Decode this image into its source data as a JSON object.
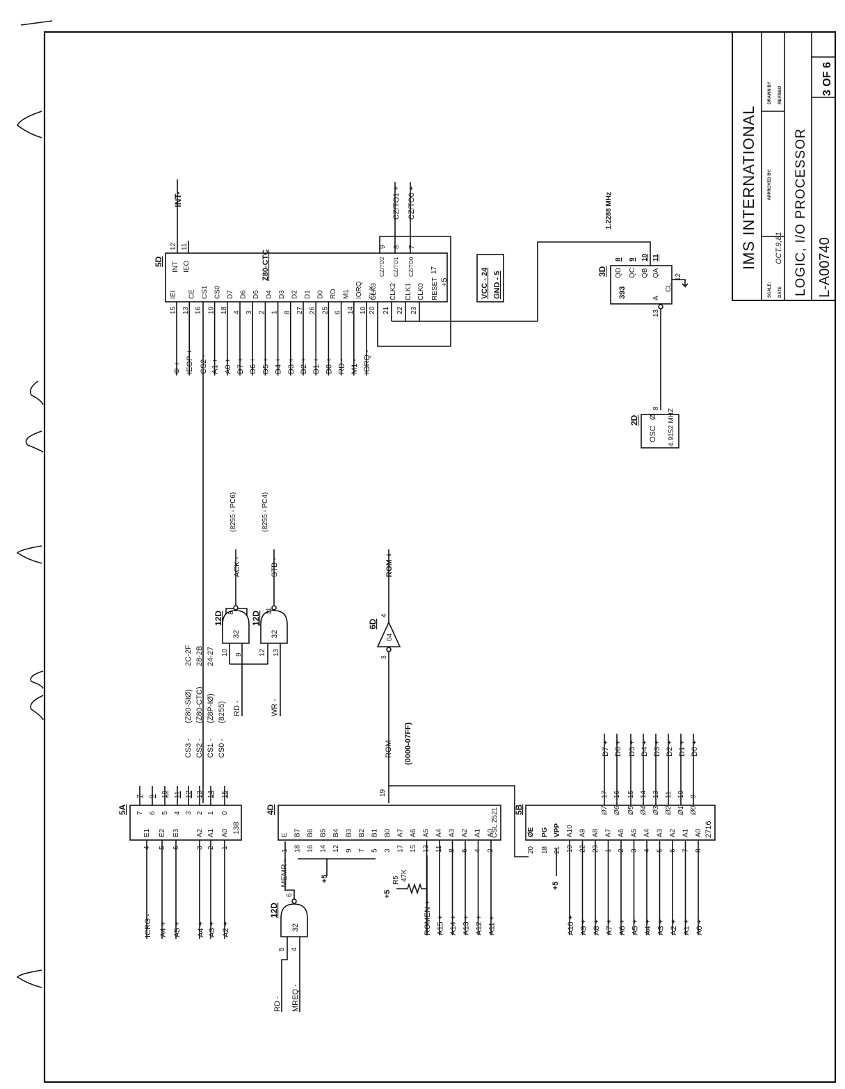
{
  "title_block": {
    "company": "IMS INTERNATIONAL",
    "title": "LOGIC, I/O PROCESSOR",
    "drawing_number": "L-A00740",
    "date": "OCT.9,81",
    "sheet": "3 OF 6",
    "field_labels": [
      "SCALE:",
      "DATE",
      "APPROVED BY:",
      "DRAWN BY",
      "REVISED"
    ]
  },
  "power_box": [
    "VCC - 24",
    "GND - 5"
  ],
  "ic_5D": {
    "ref": "5D",
    "part": "Z80-CTC",
    "left_labels": [
      "INT",
      "IEO",
      "IEI",
      "CE",
      "CS1",
      "CS0",
      "D7",
      "D6",
      "D5",
      "D4",
      "D3",
      "D2",
      "D1",
      "D0",
      "RD",
      "M1",
      "IORQ",
      "CLK"
    ],
    "right_labels": [
      "CLK3",
      "CLK2",
      "CLK1",
      "CLK0",
      "RESET",
      "CZ/TO2",
      "CZ/TO1",
      "CZ/TO0"
    ],
    "signals": [
      "Φ +",
      "IEOP +",
      "CS2 -",
      "A1 +",
      "A0 +",
      "D7 +",
      "D6 +",
      "D5 +",
      "D4 +",
      "D3 +",
      "D2 +",
      "D1 +",
      "D0 +",
      "RD -",
      "M1 -",
      "IORQ -"
    ],
    "pins": [
      "15",
      "13",
      "16",
      "19",
      "18",
      "4",
      "3",
      "2",
      "1",
      "8",
      "27",
      "26",
      "25",
      "6",
      "14",
      "10",
      "20"
    ],
    "int_label": "INT-",
    "int_pins": [
      "12",
      "11"
    ],
    "out_labels": [
      "CZ/TO1 +",
      "CZ/TO0 +"
    ],
    "out_pins": [
      "9",
      "8",
      "7"
    ],
    "clk_pins": [
      "21",
      "22",
      "23"
    ],
    "reset_pin": "17",
    "plus5": "+5"
  },
  "ic_3D": {
    "ref": "3D",
    "part": "393",
    "labels": [
      "QD",
      "QC",
      "QB",
      "QA",
      "A",
      "CL"
    ],
    "pins": [
      "8",
      "9",
      "10",
      "11",
      "13",
      "12"
    ],
    "freq": "1.2288 MHz"
  },
  "ic_2D": {
    "ref": "2D",
    "label": "OSC",
    "pin_label": "Ø",
    "pin": "8",
    "freq": "4.9152 MHZ"
  },
  "gates": {
    "g1": {
      "ref": "12D",
      "part": "32",
      "in1": "10",
      "in2": "9",
      "out": "8",
      "signal": "ACK -",
      "note": "(8255 - PC6)"
    },
    "g2": {
      "ref": "12D",
      "part": "32",
      "in1": "12",
      "in2": "13",
      "out": "11",
      "signal": "STB -",
      "note": "(8255 - PC4)"
    },
    "g3": {
      "ref": "12D",
      "part": "32",
      "in1": "5",
      "in2": "4",
      "out": "6",
      "out_signal": "MEMR -",
      "in1_signal": "RD -",
      "in2_signal": "MREQ -"
    },
    "rd_label": "RD -",
    "wr_label": "WR -"
  },
  "buffer_6D": {
    "ref": "6D",
    "part": "04",
    "in": "3",
    "out": "4",
    "signal": "ROM +"
  },
  "decoder_notes": {
    "lines": [
      "CS3 -",
      "CS2 -",
      "CS1 -",
      "CS0 -"
    ],
    "devices": [
      "(Z80-SIØ)",
      "(Z80-CTC)",
      "(Z8P-IØ)",
      "(8255)"
    ],
    "ranges": [
      "2C-2F",
      "28-2B",
      "24-27",
      ""
    ]
  },
  "ic_5A": {
    "ref": "5A",
    "part": "138",
    "outputs": [
      "7",
      "6",
      "5",
      "4",
      "3",
      "2",
      "1",
      "0"
    ],
    "out_pins": [
      "7",
      "9",
      "10",
      "11",
      "12",
      "13",
      "14",
      "15"
    ],
    "inputs": [
      "E1",
      "E2",
      "E3",
      "A2",
      "A1",
      "A0"
    ],
    "in_pins": [
      "4",
      "5",
      "6",
      "3",
      "2",
      "1"
    ],
    "in_signals": [
      "ICRG -",
      "A4 +",
      "A5 +",
      "A4 +",
      "A3 +",
      "A2 +"
    ]
  },
  "ic_4D": {
    "ref": "4D",
    "part": "CSL 2521",
    "rom_label": "ROM -",
    "rom_range": "(0000-07FF)",
    "top_pin_labels": [
      "E",
      "B7",
      "B6",
      "B5",
      "B4",
      "B3",
      "B2",
      "B1",
      "B0",
      "A7",
      "A6",
      "A5",
      "A4",
      "A3",
      "A2",
      "A1",
      "A0"
    ],
    "top_pins": [
      "1",
      "18",
      "16",
      "14",
      "12",
      "9",
      "7",
      "5",
      "3",
      "17",
      "15",
      "13",
      "11",
      "8",
      "6",
      "4",
      "2"
    ],
    "out_pin": "19",
    "in_signals": [
      "ROMEN +",
      "A15 +",
      "A14 +",
      "A13 +",
      "A12 +",
      "A11 +"
    ],
    "plus5": "+5",
    "resistor": {
      "ref": "R5",
      "value": "47K",
      "supply": "+5"
    }
  },
  "ic_5B": {
    "ref": "5B",
    "part": "2716",
    "data": [
      "D7 +",
      "D6 +",
      "D5 +",
      "D4 +",
      "D3 +",
      "D2 +",
      "D1 +",
      "D0 +"
    ],
    "data_pins": [
      "17",
      "16",
      "15",
      "14",
      "13",
      "11",
      "10",
      "9"
    ],
    "data_labels": [
      "Ø7",
      "Ø6",
      "Ø5",
      "Ø4",
      "Ø3",
      "Ø2",
      "Ø1",
      "Ø0"
    ],
    "ctrl_labels": [
      "ØE",
      "PG",
      "VPP"
    ],
    "ctrl_pins": [
      "20",
      "18",
      "21"
    ],
    "addr_labels": [
      "A10",
      "A9",
      "A8",
      "A7",
      "A6",
      "A5",
      "A4",
      "A3",
      "A2",
      "A1",
      "A0"
    ],
    "addr_pins": [
      "19",
      "22",
      "23",
      "1",
      "2",
      "3",
      "4",
      "5",
      "6",
      "7",
      "8"
    ],
    "addr_signals": [
      "A10 +",
      "A9 +",
      "A8 +",
      "A7 +",
      "A6 +",
      "A5 +",
      "A4 +",
      "A3 +",
      "A2 +",
      "A1 +",
      "A0 +"
    ],
    "plus5": "+5"
  }
}
